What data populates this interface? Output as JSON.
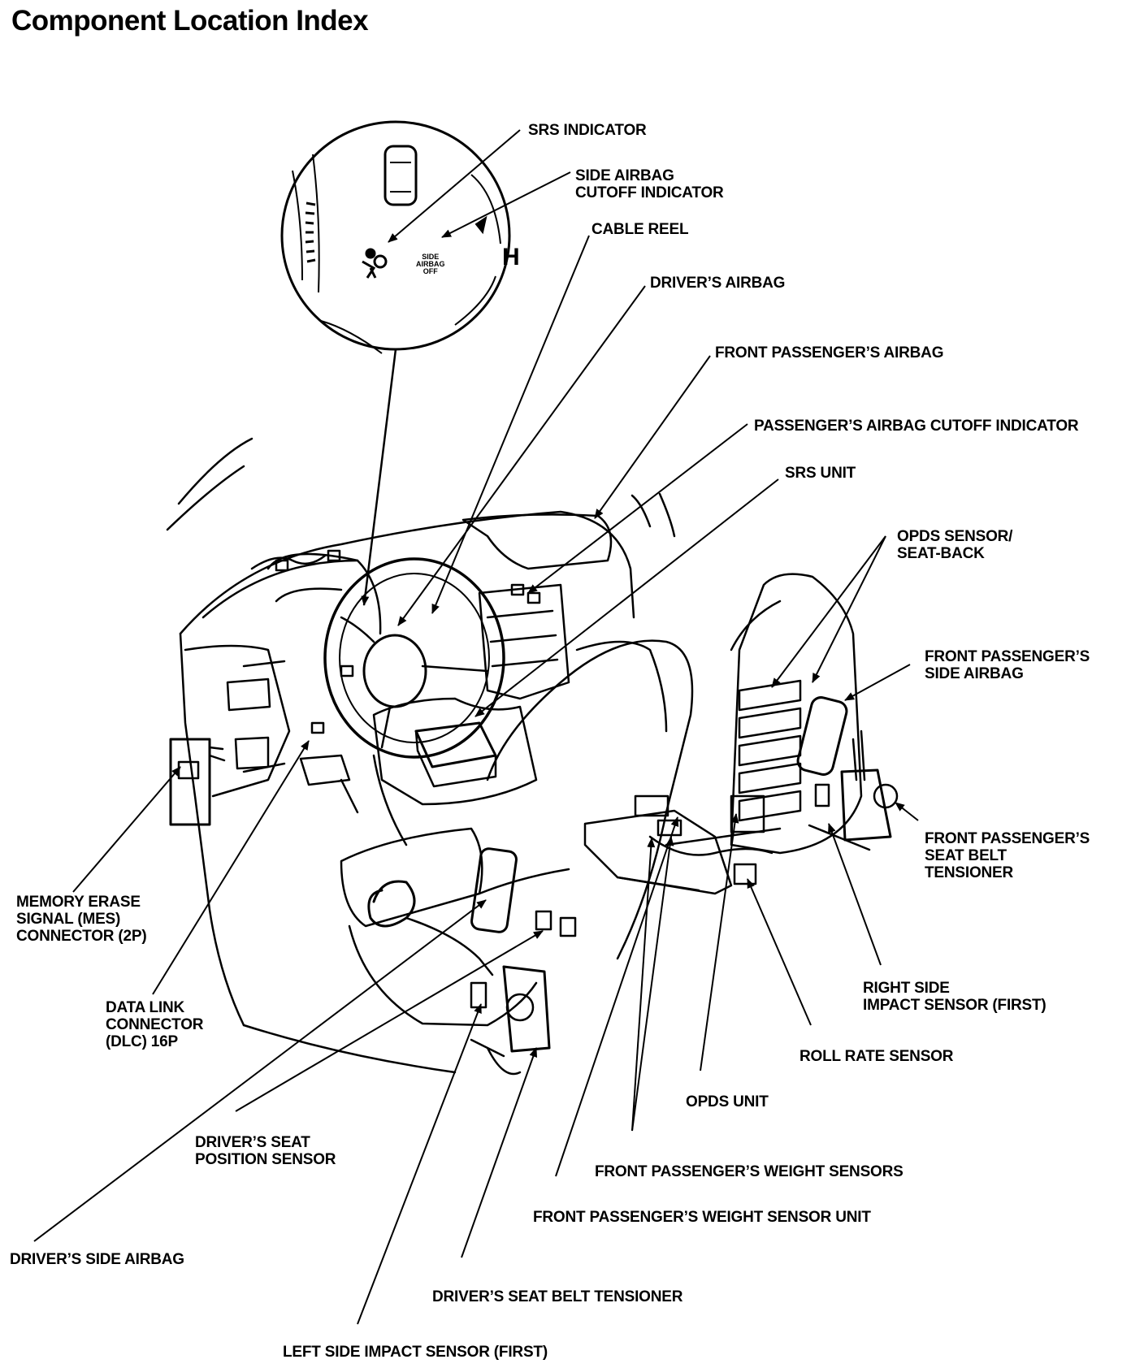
{
  "page": {
    "title": "Component Location Index"
  },
  "inset": {
    "indicator_text": [
      "SIDE",
      "AIRBAG",
      "OFF"
    ],
    "gauge_letter": "H"
  },
  "labels": {
    "srs_indicator": [
      "SRS INDICATOR"
    ],
    "side_airbag_cutoff": [
      "SIDE AIRBAG",
      "CUTOFF INDICATOR"
    ],
    "cable_reel": [
      "CABLE REEL"
    ],
    "drivers_airbag": [
      "DRIVER’S AIRBAG"
    ],
    "front_passengers_airbag": [
      "FRONT PASSENGER’S AIRBAG"
    ],
    "passengers_airbag_cutoff": [
      "PASSENGER’S AIRBAG CUTOFF INDICATOR"
    ],
    "srs_unit": [
      "SRS UNIT"
    ],
    "opds_sensor": [
      "OPDS SENSOR/",
      "SEAT-BACK"
    ],
    "fp_side_airbag": [
      "FRONT PASSENGER’S",
      "SIDE AIRBAG"
    ],
    "fp_seat_belt_tensioner": [
      "FRONT PASSENGER’S",
      "SEAT BELT",
      "TENSIONER"
    ],
    "right_side_impact": [
      "RIGHT SIDE",
      "IMPACT SENSOR (FIRST)"
    ],
    "roll_rate_sensor": [
      "ROLL RATE SENSOR"
    ],
    "opds_unit": [
      "OPDS UNIT"
    ],
    "fp_weight_sensors": [
      "FRONT PASSENGER’S WEIGHT SENSORS"
    ],
    "fp_weight_sensor_unit": [
      "FRONT PASSENGER’S WEIGHT SENSOR UNIT"
    ],
    "drivers_seat_belt_tensioner": [
      "DRIVER’S SEAT BELT TENSIONER"
    ],
    "left_side_impact": [
      "LEFT SIDE IMPACT SENSOR (FIRST)"
    ],
    "drivers_side_airbag": [
      "DRIVER’S SIDE AIRBAG"
    ],
    "drivers_seat_position": [
      "DRIVER’S SEAT",
      "POSITION SENSOR"
    ],
    "data_link_connector": [
      "DATA LINK",
      "CONNECTOR",
      "(DLC) 16P"
    ],
    "memory_erase": [
      "MEMORY ERASE",
      "SIGNAL (MES)",
      "CONNECTOR (2P)"
    ]
  }
}
